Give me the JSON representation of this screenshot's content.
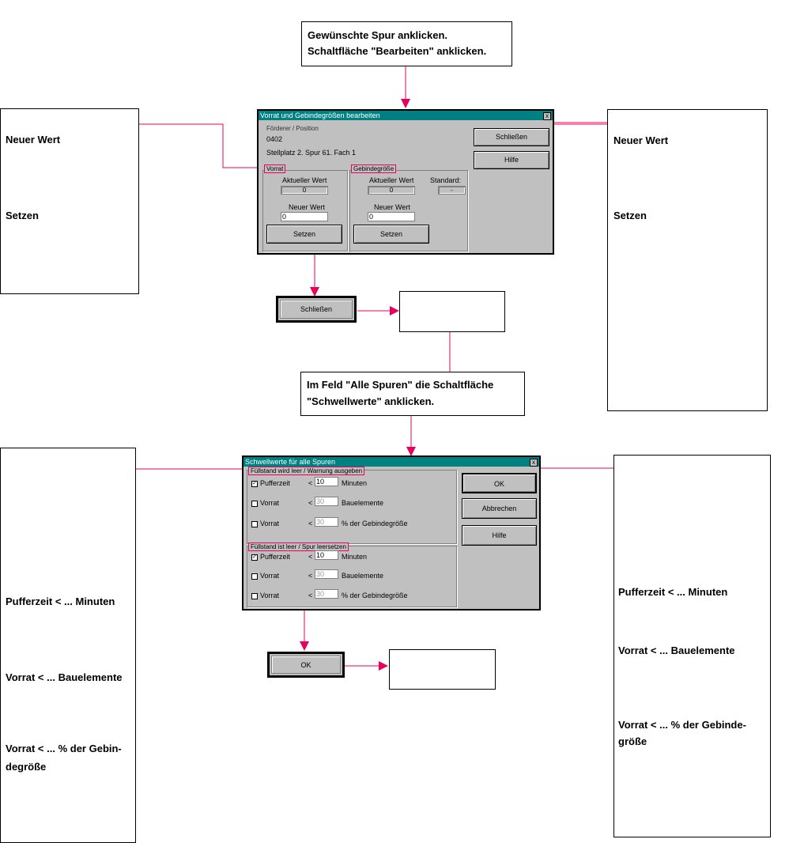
{
  "instructions": {
    "step1": [
      "Gewünschte Spur anklicken.",
      "Schaltfläche \"Bearbeiten\" anklicken."
    ],
    "step2": [
      "Im Feld \"Alle Spuren\" die Schaltfläche",
      "\"Schwellwerte\" anklicken."
    ]
  },
  "left_box1": {
    "label1": "Neuer Wert",
    "label2": "Setzen"
  },
  "right_box1": {
    "label1": "Neuer Wert",
    "label2": "Setzen"
  },
  "left_box2": {
    "label1": "Pufferzeit < ... Minuten",
    "label2": "Vorrat < ... Bauelemente",
    "label3a": "Vorrat < ... % der Gebin-",
    "label3b": "degröße"
  },
  "right_box2": {
    "label1": "Pufferzeit < ... Minuten",
    "label2": "Vorrat < ... Bauelemente",
    "label3a": "Vorrat < ... % der Gebinde-",
    "label3b": "größe"
  },
  "dialog1": {
    "title": "Vorrat und Gebindegrößen bearbeiten",
    "close": "x",
    "conveyor_label": "Förderer / Position",
    "conveyor_value": "0402",
    "position_value": "Stellplatz 2. Spur 61. Fach 1",
    "close_button": "Schließen",
    "help_button": "Hilfe",
    "stock_group": "Vorrat",
    "stock_current_label": "Aktueller Wert",
    "stock_current_value": "0",
    "stock_new_label": "Neuer Wert",
    "stock_new_value": "0",
    "stock_set_button": "Setzen",
    "pack_group": "Gebindegröße",
    "pack_current_label": "Aktueller Wert",
    "pack_current_value": "0",
    "pack_standard_label": "Standard:",
    "pack_standard_value": "-",
    "pack_new_label": "Neuer Wert",
    "pack_new_value": "0",
    "pack_set_button": "Setzen"
  },
  "close_big_button": "Schließen",
  "dialog2": {
    "title": "Schwellwerte für alle Spuren",
    "close": "x",
    "group1": "Füllstand wird leer / Warnung ausgeben",
    "group2": "Füllstand ist leer / Spur leersetzen",
    "rows1": [
      {
        "check": "✓",
        "name": "Pufferzeit",
        "op": "<",
        "value": "10",
        "unit": "Minuten"
      },
      {
        "check": "",
        "name": "Vorrat",
        "op": "<",
        "value": "30",
        "unit": "Bauelemente"
      },
      {
        "check": "",
        "name": "Vorrat",
        "op": "<",
        "value": "30",
        "unit": "% der Gebindegröße"
      }
    ],
    "rows2": [
      {
        "check": "✓",
        "name": "Pufferzeit",
        "op": "<",
        "value": "10",
        "unit": "Minuten"
      },
      {
        "check": "",
        "name": "Vorrat",
        "op": "<",
        "value": "30",
        "unit": "Bauelemente"
      },
      {
        "check": "",
        "name": "Vorrat",
        "op": "<",
        "value": "30",
        "unit": "% der Gebindegröße"
      }
    ],
    "ok_button": "OK",
    "cancel_button": "Abbrechen",
    "help_button": "Hilfe"
  },
  "ok_big_button": "OK",
  "colors": {
    "arrow": "#e8005a",
    "titlebar": "#008080",
    "dialog": "#c0c0c0"
  }
}
